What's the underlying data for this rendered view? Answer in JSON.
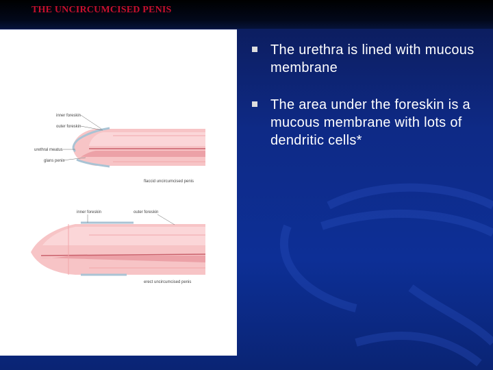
{
  "slide": {
    "title": "THE UNCIRCUMCISED PENIS"
  },
  "figure": {
    "labels": {
      "inner_foreskin_top": "inner foreskin",
      "outer_foreskin_top": "outer foreskin",
      "urethral_meatus": "urethral meatus",
      "glans_penis": "glans penis",
      "caption_flaccid": "flaccid uncircumcised penis",
      "inner_foreskin_bottom": "inner foreskin",
      "outer_foreskin_bottom": "outer foreskin",
      "caption_erect": "erect uncircumcised penis"
    }
  },
  "bullets": [
    {
      "text": "The urethra is lined with mucous membrane"
    },
    {
      "text": "The area under the foreskin is a mucous membrane with lots of dendritic cells*"
    }
  ],
  "colors": {
    "background": "#0d2f96",
    "title": "#c8102e",
    "bullet_text": "#ffffff",
    "bullet_marker": "#dedede",
    "skin": "#f4b6ba",
    "foreskin_lining": "#a9c3d4"
  }
}
